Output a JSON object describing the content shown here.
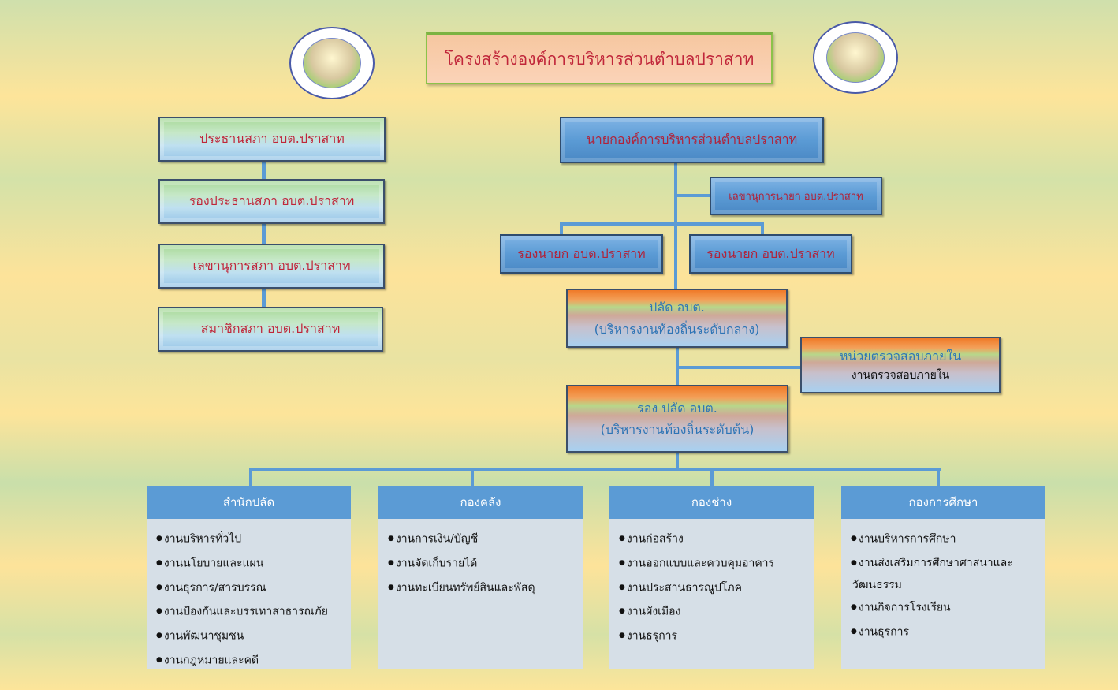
{
  "title": "โครงสร้างองค์การบริหารส่วนตำบลปราสาท",
  "council": [
    "ประธานสภา  อบต.ปราสาท",
    "รองประธานสภา  อบต.ปราสาท",
    "เลขานุการสภา  อบต.ปราสาท",
    "สมาชิกสภา  อบต.ปราสาท"
  ],
  "executive": {
    "mayor": "นายกองค์การบริหารส่วนตำบลปราสาท",
    "secretary": "เลขานุการนายก  อบต.ปราสาท",
    "deputy_1": "รองนายก   อบต.ปราสาท",
    "deputy_2": "รองนายก   อบต.ปราสาท",
    "palad_title": "ปลัด อบต.",
    "palad_sub": "(บริหารงานท้องถิ่นระดับกลาง)",
    "audit_title": "หน่วยตรวจสอบภายใน",
    "audit_sub": "งานตรวจสอบภายใน",
    "deputy_palad_title": "รอง ปลัด อบต.",
    "deputy_palad_sub": "(บริหารงานท้องถิ่นระดับต้น)"
  },
  "departments": [
    {
      "name": "สำนักปลัด",
      "items": [
        "งานบริหารทั่วไป",
        "งานนโยบายและแผน",
        "งานธุรการ/สารบรรณ",
        "งานป้องกันและบรรเทาสาธารณภัย",
        "งานพัฒนาชุมชน",
        "งานกฎหมายและคดี"
      ]
    },
    {
      "name": "กองคลัง",
      "items": [
        "งานการเงิน/บัญชี",
        "งานจัดเก็บรายได้",
        "งานทะเบียนทรัพย์สินและพัสดุ"
      ]
    },
    {
      "name": "กองช่าง",
      "items": [
        "งานก่อสร้าง",
        "งานออกแบบและควบคุมอาคาร",
        "งานประสานธารณูปโภค",
        "งานผังเมือง",
        "งานธรุการ"
      ]
    },
    {
      "name": "กองการศึกษา",
      "items": [
        "งานบริหารการศึกษา",
        "งานส่งเสริมการศึกษาศาสนาและ",
        "วัฒนธรรม",
        "งานกิจการโรงเรียน",
        "งานธุรการ"
      ]
    }
  ],
  "colors": {
    "accent": "#5b9bd5",
    "label_red": "#c0263a",
    "body": "#d6dfe7"
  }
}
